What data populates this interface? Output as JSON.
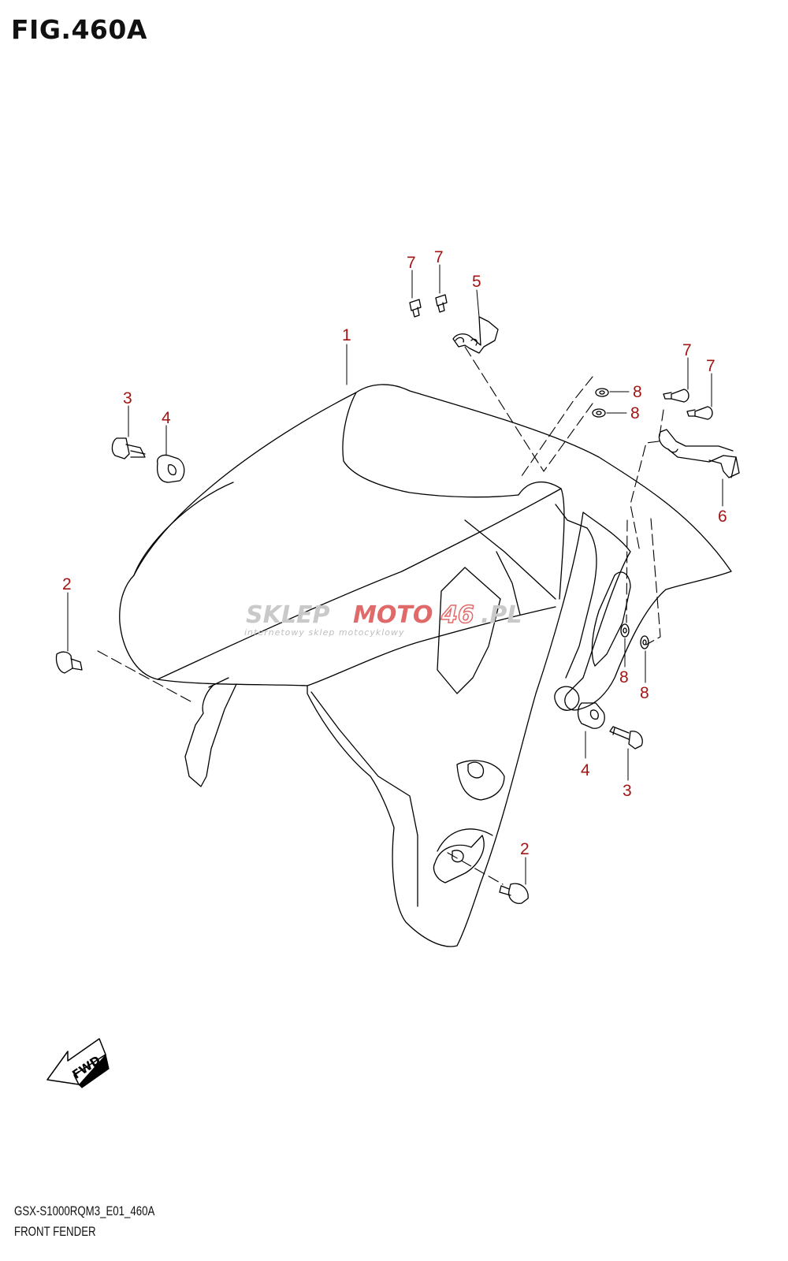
{
  "figure": {
    "title": "FIG.460A",
    "model_code": "GSX-S1000RQM3_E01_460A",
    "subtitle": "FRONT FENDER"
  },
  "callouts": [
    "1",
    "2",
    "2",
    "3",
    "3",
    "4",
    "4",
    "5",
    "6",
    "7",
    "7",
    "7",
    "7",
    "8",
    "8",
    "8",
    "8"
  ],
  "fwd_label": "FWD",
  "watermark": {
    "brand_part1": "SKLEP",
    "brand_part2": "MOTO",
    "brand_part3": "46",
    "brand_part4": ".PL",
    "tagline": "internetowy sklep motocyklowy"
  },
  "colors": {
    "callout": "#a31515",
    "line": "#000000",
    "watermark_grey": "#c9c9c9",
    "watermark_red": "#e06a6a"
  }
}
